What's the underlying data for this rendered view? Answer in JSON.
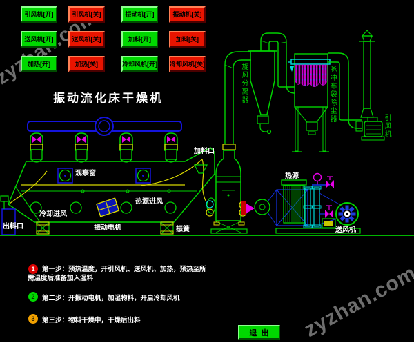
{
  "title": "振动流化床干燥机",
  "buttons": {
    "items": [
      {
        "label": "引风机[开]",
        "state": "on"
      },
      {
        "label": "引风机[关]",
        "state": "off"
      },
      {
        "label": "振动机[开]",
        "state": "on"
      },
      {
        "label": "振动机[关]",
        "state": "off"
      },
      {
        "label": "送风机[开]",
        "state": "on"
      },
      {
        "label": "送风机[关]",
        "state": "off"
      },
      {
        "label": "加料[开]",
        "state": "on"
      },
      {
        "label": "加料[关]",
        "state": "off"
      },
      {
        "label": "加热[开]",
        "state": "on"
      },
      {
        "label": "加热[关]",
        "state": "off"
      },
      {
        "label": "冷却风机[开]",
        "state": "on"
      },
      {
        "label": "冷却风机[关]",
        "state": "off"
      }
    ]
  },
  "diagram": {
    "labels": {
      "feed_port": "加料口",
      "observation_window": "观察窗",
      "cooling_air_inlet": "冷却进风",
      "heat_air_inlet": "热源进风",
      "discharge_port": "出料口",
      "vibration_motor": "振动电机",
      "vibration_spring": "振簧",
      "cyclone_separator": "旋风分离器",
      "pulse_bag_dust_collector": "脉冲布袋除尘器",
      "induced_draft_fan": "引风机",
      "heat_source": "热源",
      "supply_fan": "送风机"
    }
  },
  "steps": [
    {
      "num": "1",
      "text": "第一步：预热温度，开引风机、送风机、加热，预热至所需温度后准备加入湿料"
    },
    {
      "num": "2",
      "text": "第二步：开振动电机，加湿物料，开启冷却风机"
    },
    {
      "num": "3",
      "text": "第三步：物料干燥中，干燥后出料"
    }
  ],
  "exit_button": "退出",
  "watermark": "zyzhan.com",
  "colors": {
    "background": "#000000",
    "button_on": "#00d800",
    "button_off": "#e81400",
    "line_green": "#00d200",
    "line_blue": "#1414dc",
    "line_yellow": "#d8d800",
    "line_magenta": "#e600e6",
    "line_cyan": "#00d8d8",
    "step1_badge": "#dc0000",
    "step2_badge": "#00d800",
    "step3_badge": "#f0a000",
    "title_text": "#ffffff"
  }
}
